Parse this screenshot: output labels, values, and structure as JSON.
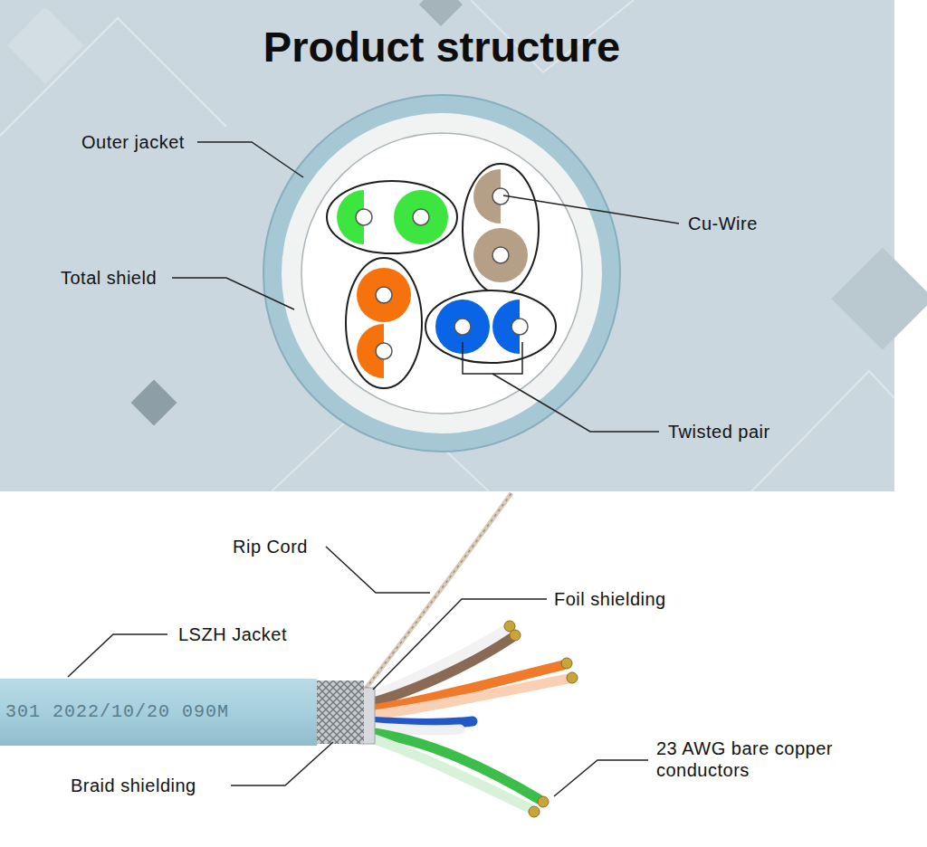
{
  "diagram": {
    "title": "Product structure",
    "labels": [
      "Outer jacket",
      "Total shield",
      "Cu-Wire",
      "Twisted pair",
      "Rip Cord",
      "Foil shielding",
      "LSZH Jacket",
      "23 AWG bare copper conductors",
      "Braid shielding",
      "301 2022/10/20 090M"
    ]
  }
}
